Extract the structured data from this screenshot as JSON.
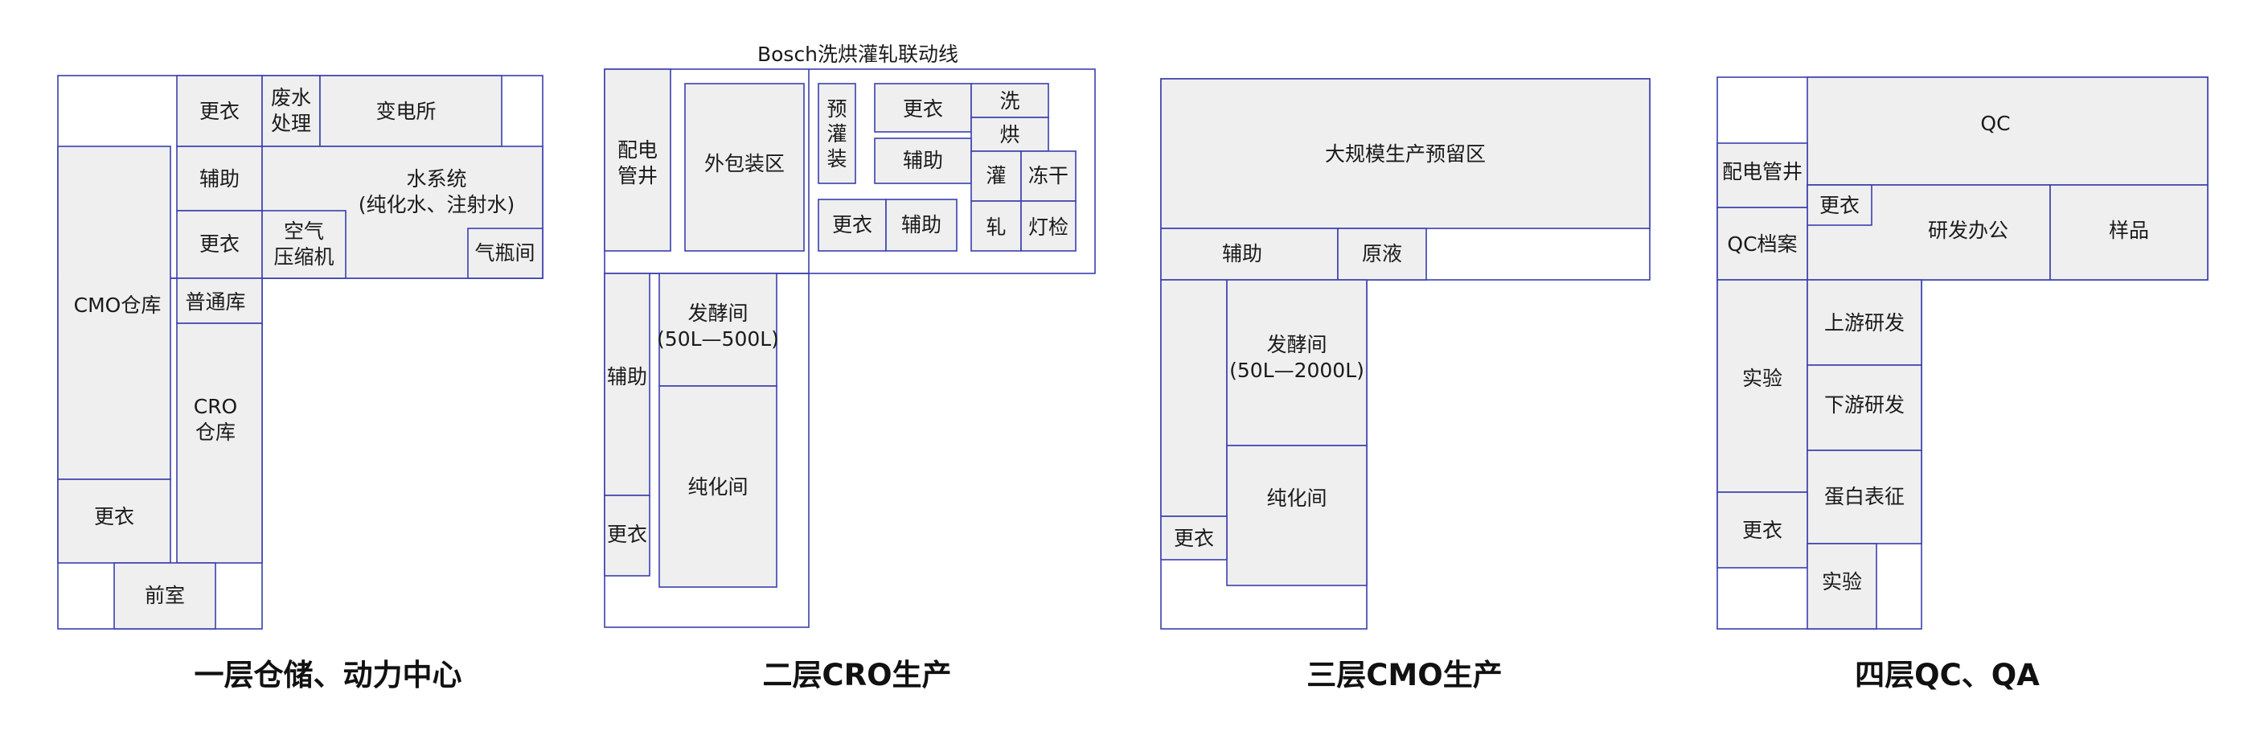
{
  "floors": [
    {
      "title": "一层仓储、动力中心",
      "rooms": {
        "changing_top": "更衣",
        "waste_water": [
          "废水",
          "处理"
        ],
        "substation": "变电所",
        "auxiliary": "辅助",
        "water_system": [
          "水系统",
          "(纯化水、注射水)"
        ],
        "changing_mid": "更衣",
        "air_compressor": [
          "空气",
          "压缩机"
        ],
        "gas_cylinder": "气瓶间",
        "general_storage": "普通库",
        "cmo_warehouse": "CMO仓库",
        "cro_warehouse": [
          "CRO",
          "仓库"
        ],
        "changing_bottom": "更衣",
        "anteroom": "前室"
      }
    },
    {
      "title": "二层CRO生产",
      "line_label": "Bosch洗烘灌轧联动线",
      "rooms": {
        "power_shaft": [
          "配电",
          "管井"
        ],
        "outer_packaging": "外包装区",
        "prefill": [
          "预",
          "灌",
          "装"
        ],
        "changing_a": "更衣",
        "wash": "洗",
        "dry": "烘",
        "auxiliary_a": "辅助",
        "fill": "灌",
        "freeze_dry": "冻干",
        "changing_b": "更衣",
        "auxiliary_b": "辅助",
        "seal": "轧",
        "light_inspection": "灯检",
        "auxiliary_c": "辅助",
        "fermentation": [
          "发酵间",
          "(50L—500L)"
        ],
        "purification": "纯化间",
        "changing_c": "更衣"
      }
    },
    {
      "title": "三层CMO生产",
      "rooms": {
        "large_scale_reserve": "大规模生产预留区",
        "auxiliary": "辅助",
        "stock_solution": "原液",
        "fermentation": [
          "发酵间",
          "(50L—2000L)"
        ],
        "purification": "纯化间",
        "changing": "更衣"
      }
    },
    {
      "title": "四层QC、QA",
      "rooms": {
        "qc": "QC",
        "power_shaft": "配电管井",
        "changing_top": "更衣",
        "rd_office": "研发办公",
        "samples": "样品",
        "qc_archive": "QC档案",
        "upstream_rd": "上游研发",
        "downstream_rd": "下游研发",
        "lab_left": "实验",
        "protein_characterization": "蛋白表征",
        "changing_bottom": "更衣",
        "lab_bottom": "实验"
      }
    }
  ],
  "colors": {
    "line": "#3a3fae",
    "room_fill": "#efefef",
    "background": "#ffffff"
  }
}
